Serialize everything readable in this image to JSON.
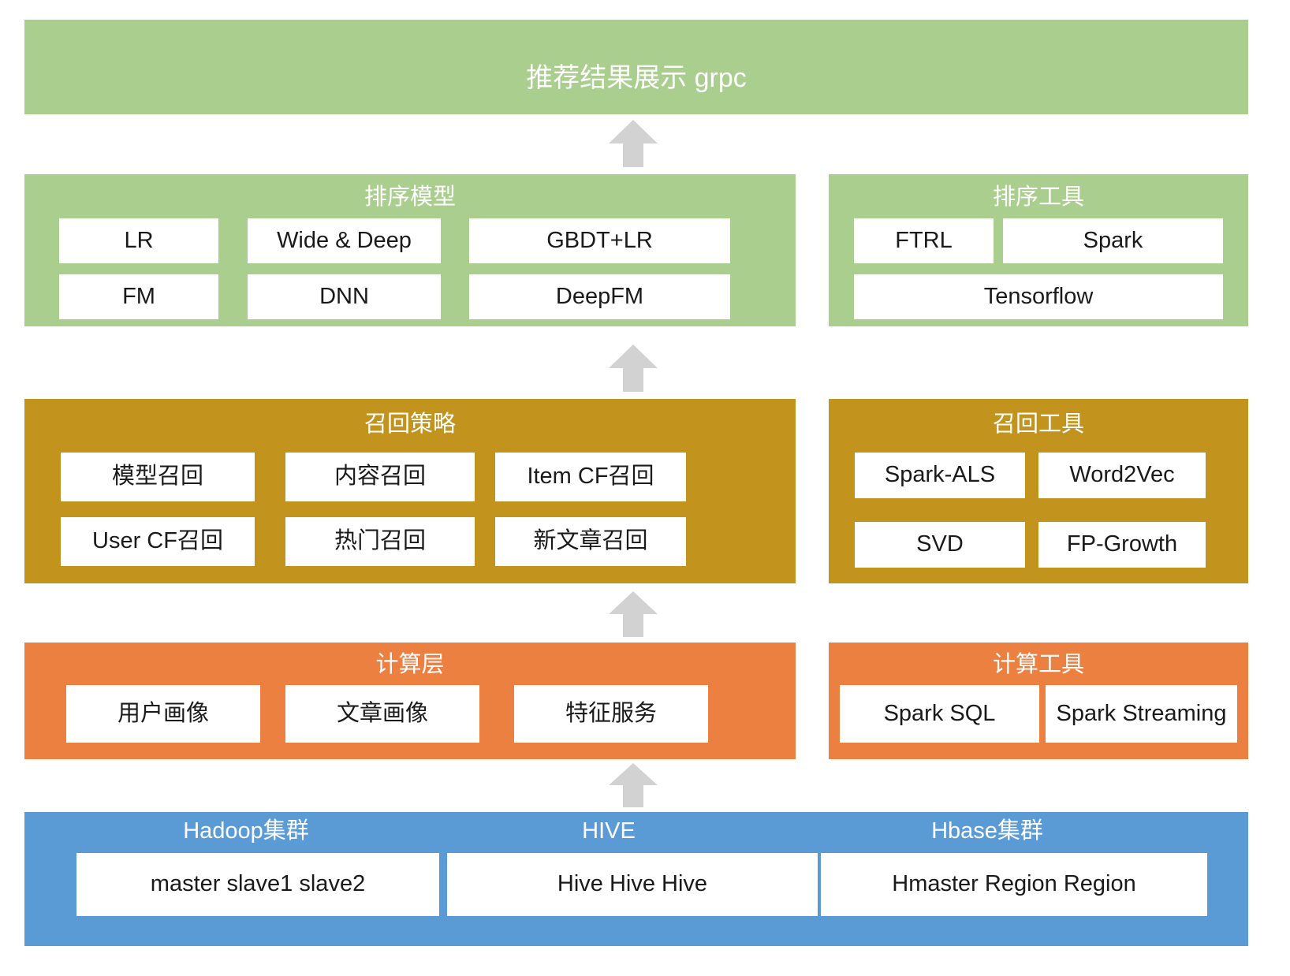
{
  "colors": {
    "green": "#A9CE8E",
    "gold": "#C2941E",
    "orange": "#EC8041",
    "blue": "#5B9BD5",
    "arrow": "#D2D2D2",
    "chip_bg": "#FFFFFF",
    "chip_text": "#1A1A1A",
    "title_text": "#FFFFFF"
  },
  "banner": {
    "label": "推荐结果展示 grpc"
  },
  "layers": [
    {
      "id": "ranking",
      "title": "排序模型",
      "color": "#A9CE8E",
      "items": [
        "LR",
        "Wide & Deep",
        "GBDT+LR",
        "FM",
        "DNN",
        "DeepFM"
      ]
    },
    {
      "id": "ranking-tools",
      "title": "排序工具",
      "color": "#A9CE8E",
      "items": [
        "FTRL",
        "Spark",
        "Tensorflow"
      ]
    },
    {
      "id": "recall",
      "title": "召回策略",
      "color": "#C2941E",
      "items": [
        "模型召回",
        "内容召回",
        "Item CF召回",
        "User CF召回",
        "热门召回",
        "新文章召回"
      ]
    },
    {
      "id": "recall-tools",
      "title": "召回工具",
      "color": "#C2941E",
      "items": [
        "Spark-ALS",
        "Word2Vec",
        "SVD",
        "FP-Growth"
      ]
    },
    {
      "id": "compute",
      "title": "计算层",
      "color": "#EC8041",
      "items": [
        "用户画像",
        "文章画像",
        "特征服务"
      ]
    },
    {
      "id": "compute-tools",
      "title": "计算工具",
      "color": "#EC8041",
      "items": [
        "Spark SQL",
        "Spark Streaming"
      ]
    }
  ],
  "storage": {
    "color": "#5B9BD5",
    "groups": [
      {
        "title": "Hadoop集群",
        "value": "master slave1 slave2"
      },
      {
        "title": "HIVE",
        "value": "Hive Hive Hive"
      },
      {
        "title": "Hbase集群",
        "value": "Hmaster Region Region"
      }
    ]
  },
  "arrows": [
    {
      "name": "arrow-ranking-to-banner"
    },
    {
      "name": "arrow-recall-to-ranking"
    },
    {
      "name": "arrow-compute-to-recall"
    },
    {
      "name": "arrow-storage-to-compute"
    }
  ]
}
